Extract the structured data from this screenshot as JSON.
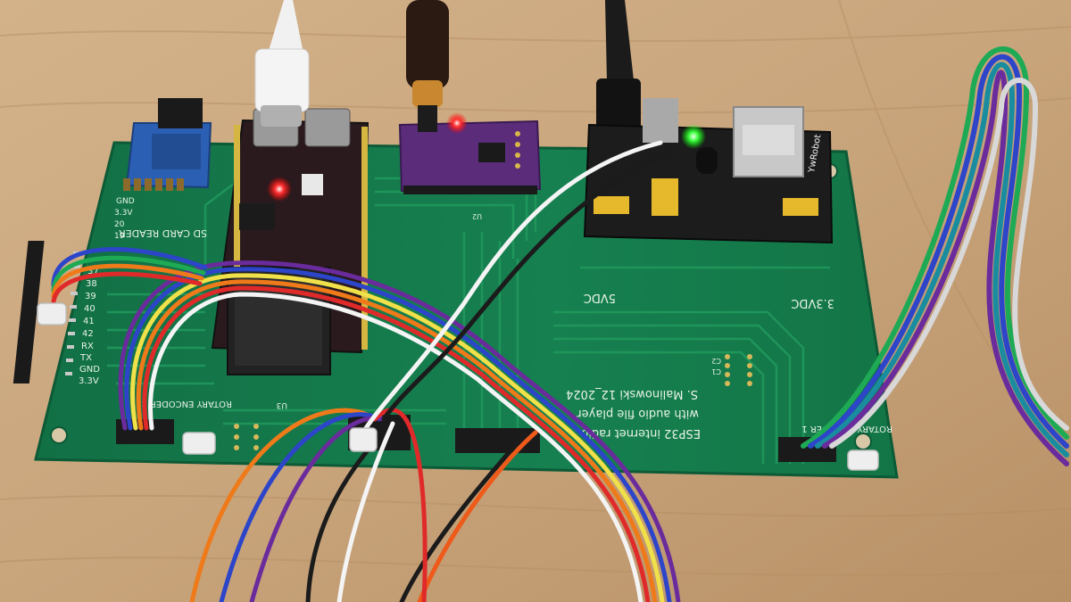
{
  "board": {
    "title_line1": "ESP32 internet radio",
    "title_line2": "with audio file player",
    "author_line": "S. Malinowski 12_2024",
    "label_5vdc": "5VDC",
    "label_33vdc": "3.3VDC",
    "label_sd_card_reader": "SD CARD READER",
    "label_rotary_encoder_left": "ROTARY ENCODER 2",
    "label_rotary_encoder_right": "ROTARY ENCODER 1",
    "label_u2": "U2",
    "label_u3": "U3",
    "label_c1": "C1",
    "label_c2": "C2",
    "header_pins": [
      "37",
      "38",
      "39",
      "40",
      "41",
      "42",
      "RX",
      "TX",
      "GND",
      "3.3V"
    ],
    "sd_pins": [
      "GND",
      "3.3V",
      "20",
      "19"
    ]
  },
  "power_module": {
    "brand": "YwRobot"
  },
  "colors": {
    "table": "#c9a77f",
    "pcb": "#157a4a",
    "pcb_trace": "#1f9258",
    "esp_board": "#2a1a1d",
    "dac_board": "#5a2c7a",
    "sd_module": "#2b5fb4",
    "power_board": "#1c1c1c"
  }
}
